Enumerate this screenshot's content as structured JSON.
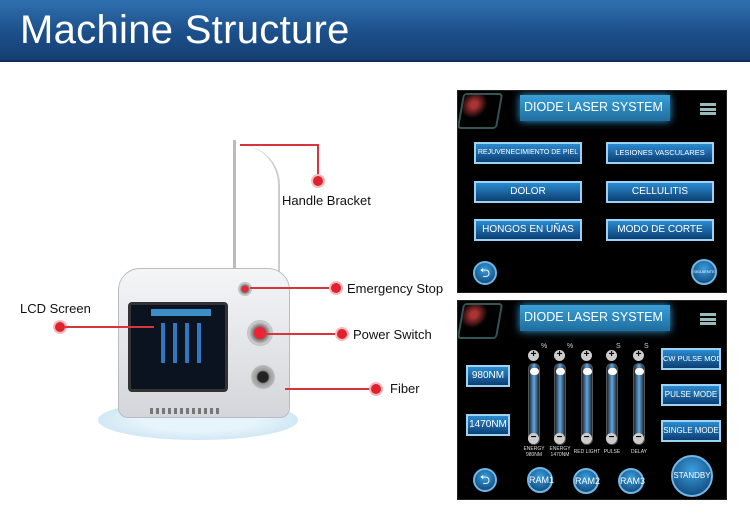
{
  "header": {
    "title": "Machine Structure"
  },
  "callouts": {
    "handle_bracket": "Handle Bracket",
    "emergency_stop": "Emergency Stop",
    "lcd_screen": "LCD Screen",
    "power_switch": "Power Switch",
    "fiber": "Fiber"
  },
  "screen1": {
    "title": "DIODE LASER SYSTEM",
    "buttons": [
      "REJUVENECIMIENTO DE PIEL",
      "LESIONES VASCULARES",
      "DOLOR",
      "CELLULITIS",
      "HONGOS EN UÑAS",
      "MODO DE CORTE"
    ],
    "back": "⮌",
    "next": "SIGUIENTE"
  },
  "screen2": {
    "title": "DIODE LASER SYSTEM",
    "wavelengths": [
      "980NM",
      "1470NM"
    ],
    "sliders": [
      {
        "label": "ENERGY 980NM",
        "unit": "%"
      },
      {
        "label": "ENERGY 1470NM",
        "unit": "%"
      },
      {
        "label": "RED LIGHT",
        "unit": ""
      },
      {
        "label": "PULSE",
        "unit": "S"
      },
      {
        "label": "DELAY",
        "unit": "S"
      }
    ],
    "modes": [
      "CW PULSE MODE",
      "PULSE MODE",
      "SINGLE MODE"
    ],
    "ram": [
      "RAM1",
      "RAM2",
      "RAM3"
    ],
    "standby": "STANDBY",
    "back": "⮌",
    "plus": "+",
    "minus": "−"
  }
}
